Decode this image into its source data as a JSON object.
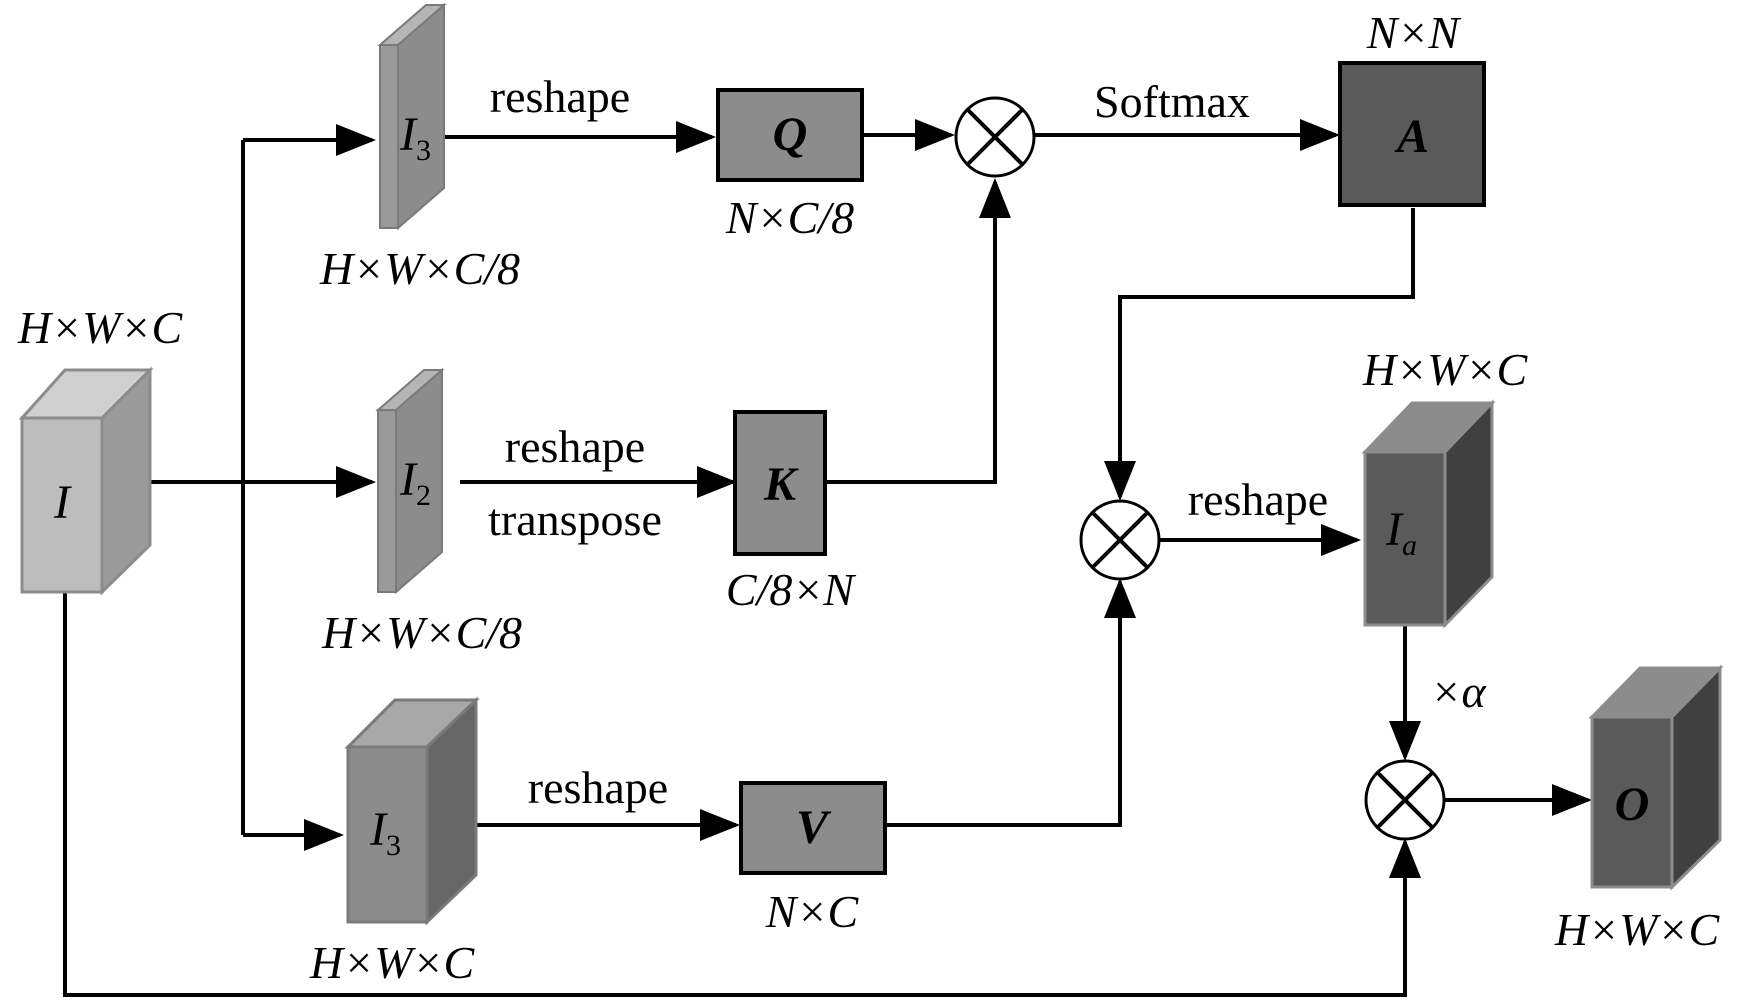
{
  "input": {
    "symbol": "I",
    "dims": "H×W×C"
  },
  "query_branch": {
    "symbol": "I",
    "subscript": "3",
    "dims": "H×W×C/8",
    "op": "reshape"
  },
  "key_branch": {
    "symbol": "I",
    "subscript": "2",
    "dims": "H×W×C/8",
    "op1": "reshape",
    "op2": "transpose"
  },
  "value_branch": {
    "symbol": "I",
    "subscript": "3",
    "dims": "H×W×C",
    "op": "reshape"
  },
  "q": {
    "symbol": "Q",
    "dims": "N×C/8"
  },
  "k": {
    "symbol": "K",
    "dims": "C/8×N"
  },
  "v": {
    "symbol": "V",
    "dims": "N×C"
  },
  "attention": {
    "symbol": "A",
    "dims": "N×N",
    "op": "Softmax"
  },
  "attended": {
    "symbol": "I",
    "subscript": "a",
    "dims": "H×W×C",
    "op": "reshape"
  },
  "scale": {
    "label": "×α"
  },
  "output": {
    "symbol": "O",
    "dims": "H×W×C"
  },
  "multiply_symbol": "⊗",
  "colors": {
    "light": "#bdbdbd",
    "mid": "#8c8c8c",
    "dark": "#5a5a5a",
    "darker": "#404040"
  }
}
